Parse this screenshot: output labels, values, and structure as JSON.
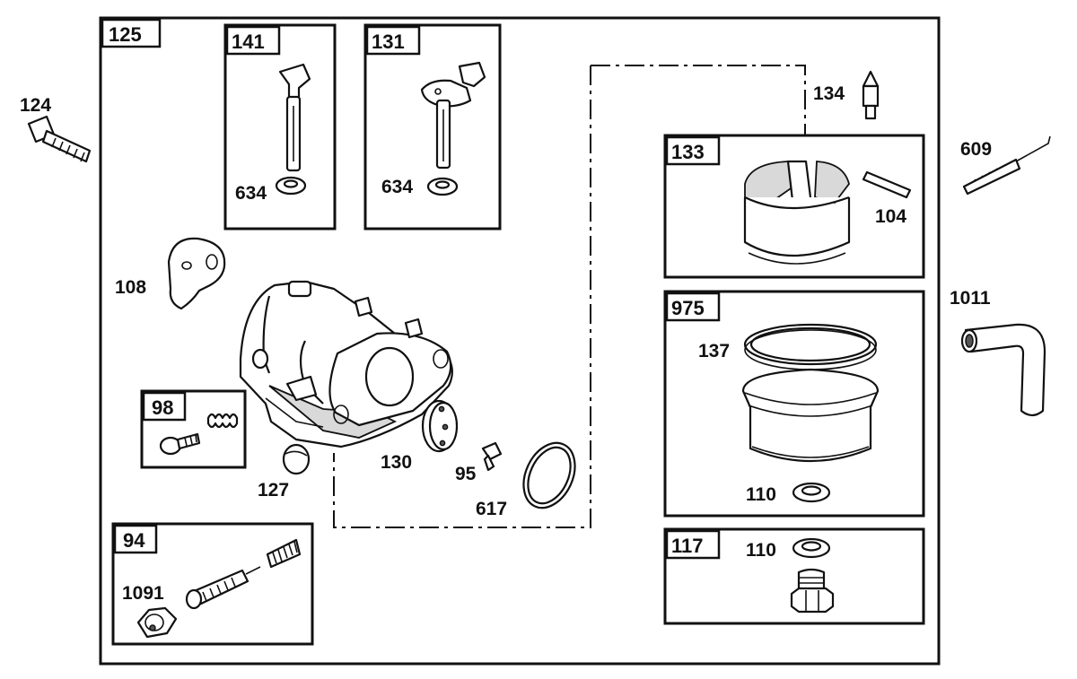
{
  "title": "",
  "boxes": {
    "b125": "125",
    "b141": "141",
    "b131": "131",
    "b133": "133",
    "b975": "975",
    "b117": "117",
    "b98": "98",
    "b94": "94"
  },
  "labels": {
    "p124": "124",
    "p634a": "634",
    "p634b": "634",
    "p134": "134",
    "p104": "104",
    "p609": "609",
    "p108": "108",
    "p1011": "1011",
    "p137": "137",
    "p130": "130",
    "p95": "95",
    "p617": "617",
    "p127": "127",
    "p110a": "110",
    "p110b": "110",
    "p1091": "1091"
  },
  "colors": {
    "ink": "#111111",
    "paper": "#ffffff",
    "shade": "#d9d9d9"
  }
}
